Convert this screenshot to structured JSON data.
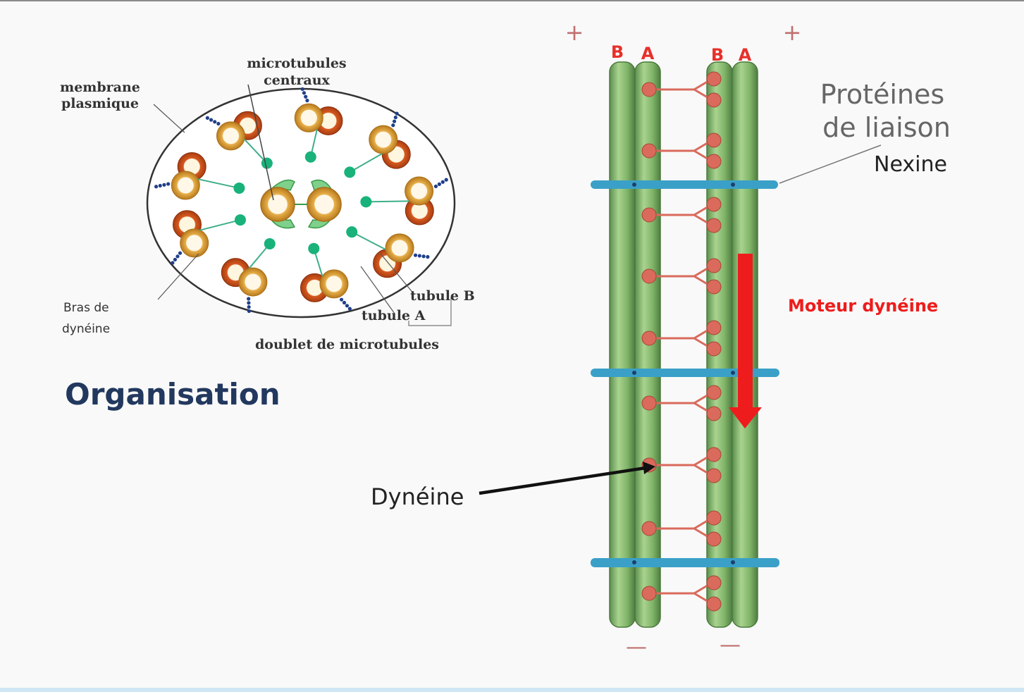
{
  "title": "Organisation",
  "cross_section": {
    "membrane_label": [
      "membrane",
      "plasmique"
    ],
    "central_label": [
      "microtubules",
      "centraux"
    ],
    "dynein_arm_label": [
      "Bras de",
      "dynéine"
    ],
    "tubule_b": "tubule B",
    "tubule_a": "tubule A",
    "doublet": "doublet de microtubules"
  },
  "longitudinal": {
    "plus_sign": "+",
    "minus_sign": "—",
    "letter_b": "B",
    "letter_a": "A",
    "proteins_label": [
      "Protéines",
      "de liaison"
    ],
    "nexin_label": "Nexine",
    "motor_label": "Moteur dynéine",
    "dynein_label": "Dynéine"
  },
  "colors": {
    "microtubule": "#7fb36a",
    "nexin": "#3aa0c8",
    "dynein": "#d96a5c",
    "motor_arrow": "#ee1c1c",
    "title": "#22385e"
  }
}
